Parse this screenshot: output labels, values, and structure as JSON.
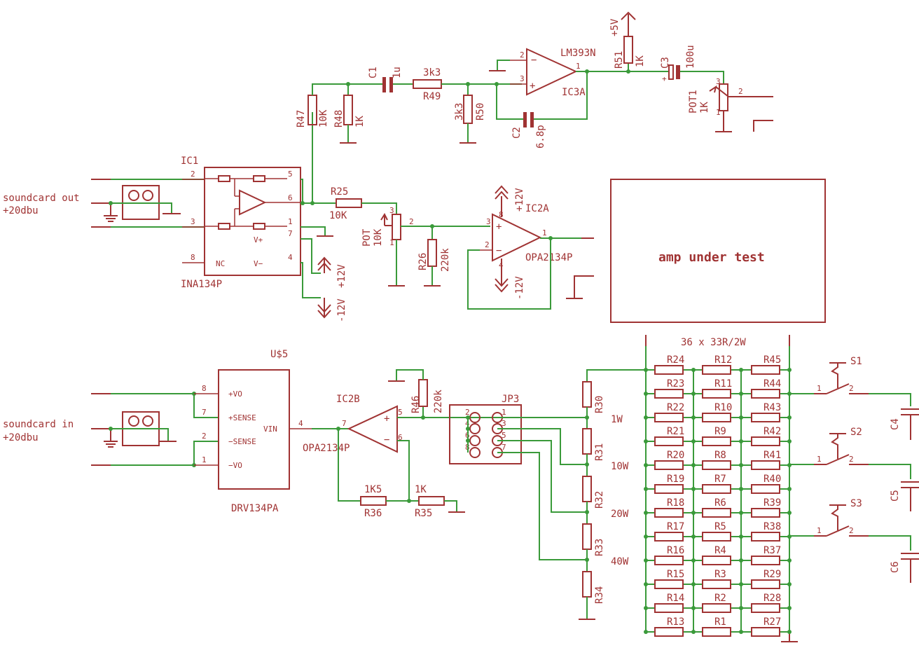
{
  "texts": {
    "soundcard_out": "soundcard out",
    "out_level": "+20dbu",
    "soundcard_in": "soundcard in",
    "in_level": "+20dbu",
    "ic1": "IC1",
    "ina": "INA134P",
    "nc": "NC",
    "vplus": "V+",
    "vminus": "V−",
    "r47": "R47",
    "r47v": "10K",
    "r48": "R48",
    "r48v": "1K",
    "c1": "C1",
    "c1v": "1u",
    "r49": "R49",
    "r49v": "3k3",
    "r50": "R50",
    "r50v": "3k3",
    "lm393": "LM393N",
    "ic3a": "IC3A",
    "c2": "C2",
    "c2v": "6.8p",
    "p5v": "+5V",
    "r51": "R51",
    "r51v": "1K",
    "c3": "C3",
    "c3v": "100u",
    "pot1": "POT1",
    "pot1v": "1K",
    "r25": "R25",
    "r25v": "10K",
    "pot": "POT",
    "potv": "10K",
    "r26": "R26",
    "r26v": "220k",
    "ic2a": "IC2A",
    "p12v": "+12V",
    "m12v": "-12V",
    "opa1": "OPA2134P",
    "amp": "amp under test",
    "us5": "U$5",
    "vo_p": "+VO",
    "sense_p": "+SENSE",
    "sense_m": "−SENSE",
    "vo_m": "−VO",
    "vin": "VIN",
    "drv": "DRV134PA",
    "ic2b": "IC2B",
    "opa2": "OPA2134P",
    "r46": "R46",
    "r46v": "220k",
    "r36": "R36",
    "r36v": "1K5",
    "r35": "R35",
    "r35v": "1K",
    "jp3": "JP3",
    "r30": "R30",
    "r31": "R31",
    "r32": "R32",
    "r33": "R33",
    "r34": "R34",
    "w1": "1W",
    "w10": "10W",
    "w20": "20W",
    "w40": "40W",
    "bank": "36 x 33R/2W",
    "s1": "S1",
    "s2": "S2",
    "s3": "S3",
    "c4": "C4",
    "c5": "C5",
    "c6": "C6"
  },
  "bank_rows": [
    [
      "R24",
      "R12",
      "R45"
    ],
    [
      "R23",
      "R11",
      "R44"
    ],
    [
      "R22",
      "R10",
      "R43"
    ],
    [
      "R21",
      "R9",
      "R42"
    ],
    [
      "R20",
      "R8",
      "R41"
    ],
    [
      "R19",
      "R7",
      "R40"
    ],
    [
      "R18",
      "R6",
      "R39"
    ],
    [
      "R17",
      "R5",
      "R38"
    ],
    [
      "R16",
      "R4",
      "R37"
    ],
    [
      "R15",
      "R3",
      "R29"
    ],
    [
      "R14",
      "R2",
      "R28"
    ],
    [
      "R13",
      "R1",
      "R27"
    ]
  ],
  "colors": {
    "part": "#a03333",
    "wire": "#3a9a3a"
  }
}
